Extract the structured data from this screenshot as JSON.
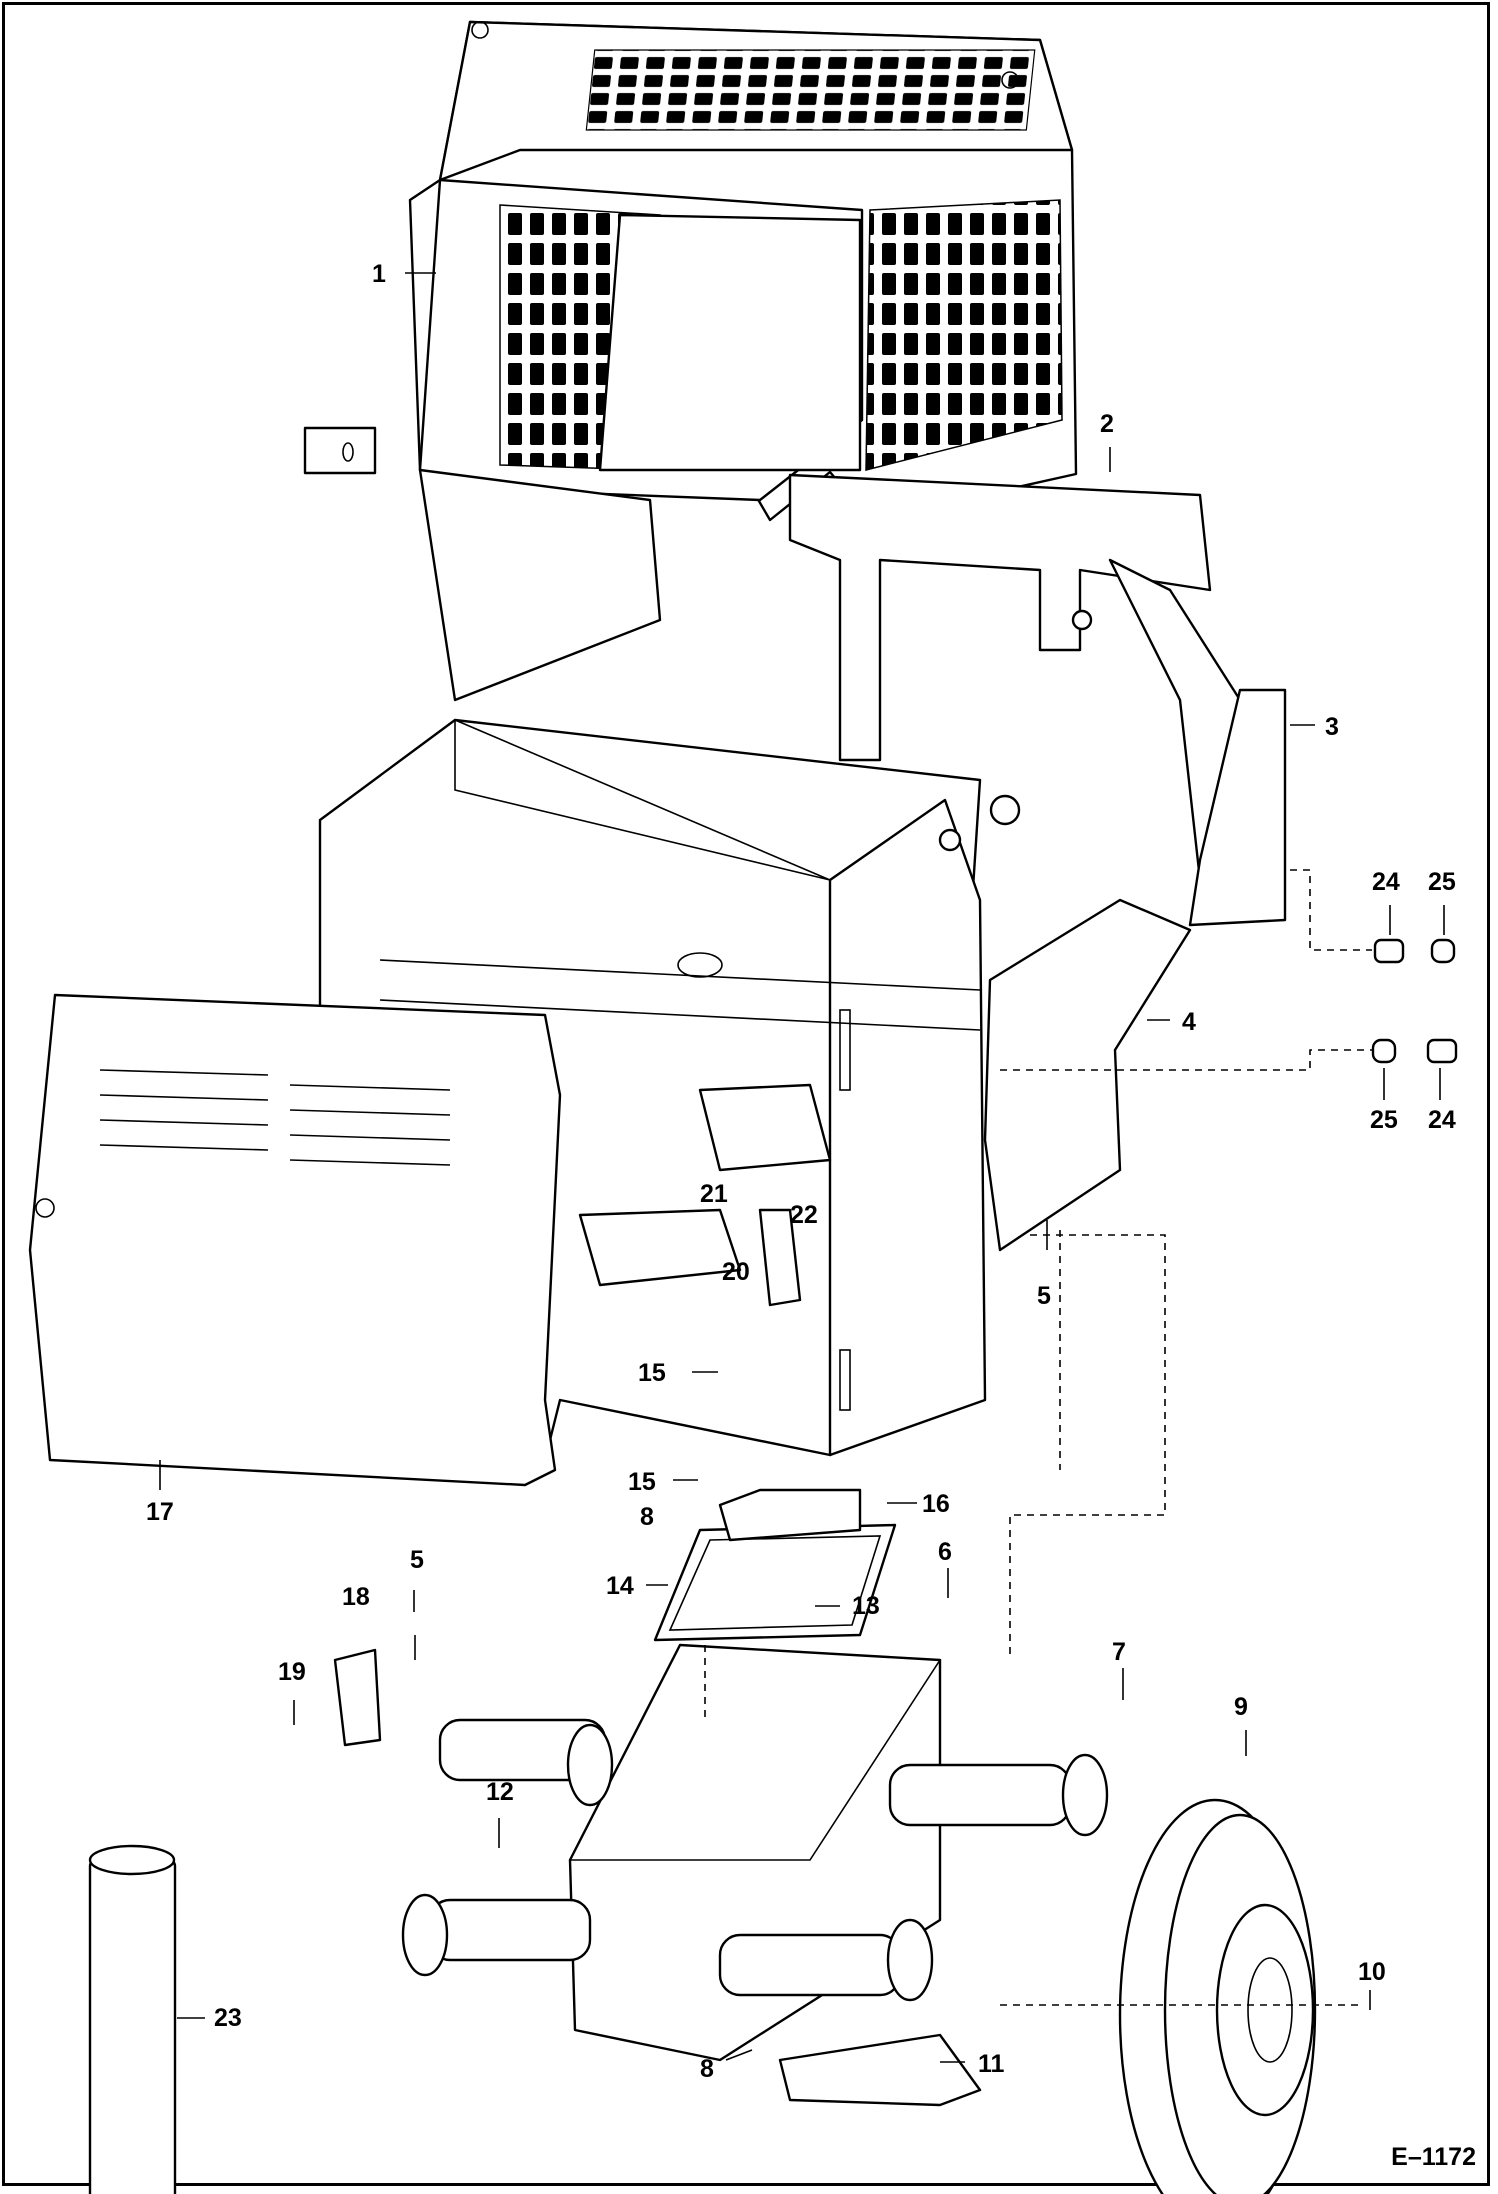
{
  "figure_id": "E–1172",
  "callouts": [
    {
      "text": "1"
    },
    {
      "text": "2"
    },
    {
      "text": "3"
    },
    {
      "text": "24"
    },
    {
      "text": "25"
    },
    {
      "text": "4"
    },
    {
      "text": "25"
    },
    {
      "text": "24"
    },
    {
      "text": "21"
    },
    {
      "text": "22"
    },
    {
      "text": "20"
    },
    {
      "text": "5"
    },
    {
      "text": "15"
    },
    {
      "text": "17"
    },
    {
      "text": "15"
    },
    {
      "text": "16"
    },
    {
      "text": "8"
    },
    {
      "text": "6"
    },
    {
      "text": "14"
    },
    {
      "text": "13"
    },
    {
      "text": "5"
    },
    {
      "text": "18"
    },
    {
      "text": "19"
    },
    {
      "text": "7"
    },
    {
      "text": "9"
    },
    {
      "text": "12"
    },
    {
      "text": "23"
    },
    {
      "text": "10"
    },
    {
      "text": "11"
    },
    {
      "text": "8"
    }
  ]
}
